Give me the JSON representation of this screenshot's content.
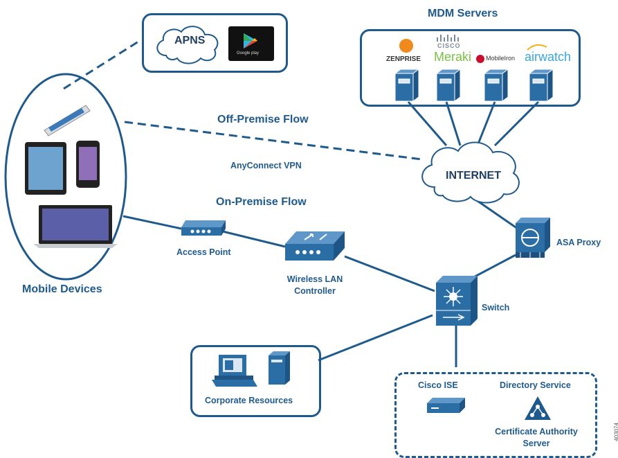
{
  "labels": {
    "mdm_servers": "MDM Servers",
    "apns": "APNS",
    "google_play": "Google play",
    "off_premise_flow": "Off-Premise Flow",
    "anyconnect_vpn": "AnyConnect VPN",
    "internet": "INTERNET",
    "on_premise_flow": "On-Premise Flow",
    "access_point": "Access Point",
    "wireless_lan_controller_line1": "Wireless LAN",
    "wireless_lan_controller_line2": "Controller",
    "asa_proxy": "ASA Proxy",
    "switch": "Switch",
    "mobile_devices": "Mobile Devices",
    "corporate_resources": "Corporate Resources",
    "cisco_ise": "Cisco ISE",
    "directory_service": "Directory Service",
    "certificate_authority_line1": "Certificate Authority",
    "certificate_authority_line2": "Server",
    "figure_id": "403074"
  },
  "vendors": {
    "zenprise": "ZENPRISE",
    "cisco_small": "cisco",
    "meraki": "Meraki",
    "mobileiron": "MobileIron",
    "airwatch": "airwatch"
  },
  "colors": {
    "primary": "#1f5a8c",
    "icon_fill": "#2b6ea6",
    "zenprise_orange": "#f08a1c",
    "meraki_green": "#7ac143",
    "mobileiron_red": "#c8102e",
    "airwatch_blue": "#3aa6dd"
  }
}
